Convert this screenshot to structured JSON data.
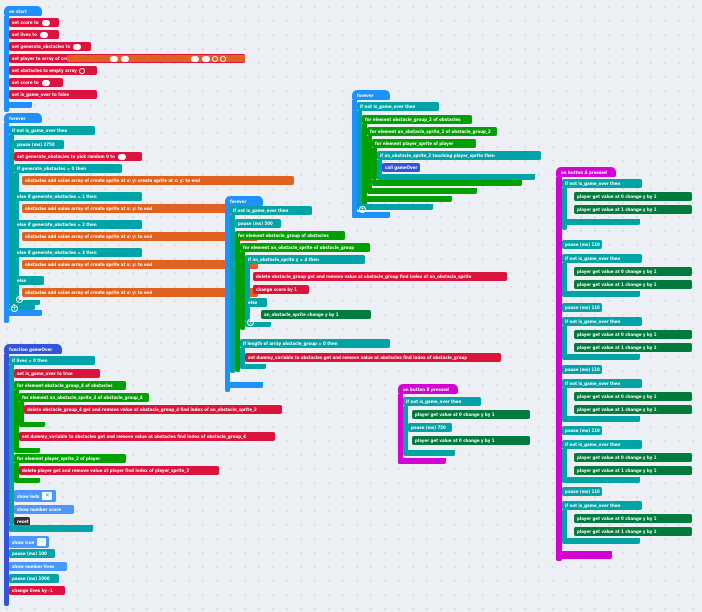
{
  "editor": {
    "title": "MakeCode Blocks Workspace"
  },
  "on_start": {
    "header": "on start",
    "rows": [
      "set  score  to",
      "set  lives  to",
      "set  generate_obstacles  to",
      "set  player  to  array of  create sprite at x:  y:    create sprite at x:  y:",
      "set  obstacles  to  empty array",
      "set  score  to",
      "set  is_game_over  to  false"
    ]
  },
  "forever_main": {
    "header": "forever",
    "rows": [
      "if   not  is_game_over   then",
      "pause (ms)  2750",
      "set  generate_obstacles  to  pick random  0  to",
      "if   generate_obstacles  =  0  then",
      "obstacles  add value  array of  create sprite at x:  y:   create sprite at x:  y:   to end",
      "else if   generate_obstacles  =  1  then",
      "obstacles  add value  array of  create sprite at x:  y:   to end",
      "else if   generate_obstacles  =  2  then",
      "obstacles  add value  array of  create sprite at x:  y:   to end",
      "else if   generate_obstacles  =  3  then",
      "obstacles  add value  array of  create sprite at x:  y:   to end",
      "else",
      "obstacles  add value  array of  create sprite at x:  y:   to end"
    ]
  },
  "function_gameover": {
    "header": "function  gameOver",
    "rows": [
      "if   lives  =  0  then",
      "set  is_game_over  to  true",
      "for element  obstacle_group_4  of  obstacles",
      "for element  an_obstacle_sprite_3  of  obstacle_group_4",
      "delete  obstacle_group_4  get and remove value at  obstacle_group_4  find index of  an_obstacle_sprite_3",
      "set  dummy_variable  to  obstacles  get and remove value at  obstacles  find index of  obstacle_group_4",
      "for element  player_sprite_2  of  player",
      "delete  player  get and remove value at  player  find index of  player_sprite_2",
      "show leds",
      "show number  score",
      "reset",
      "show icon",
      "pause (ms)  100",
      "show number  lives",
      "pause (ms)  1000",
      "change  lives  by  -1"
    ]
  },
  "forever_move": {
    "header": "forever",
    "rows": [
      "if   not  is_game_over   then",
      "pause (ms)  500",
      "for element  obstacle_group  of  obstacles",
      "for element  an_obstacle_sprite  of  obstacle_group",
      "if   an_obstacle_sprite  y  =  4  then",
      "delete  obstacle_group  get and remove value at  obstacle_group  find index of  an_obstacle_sprite",
      "change  score  by  1",
      "else",
      "an_obstacle_sprite  change  y  by  1",
      "if   length of array  obstacle_group  =  0  then",
      "set  dummy_variable  to  obstacles  get and remove value at  obstacles  find index of  obstacle_group"
    ]
  },
  "forever_collide": {
    "header": "forever",
    "rows": [
      "if   not  is_game_over   then",
      "for element  obstacle_group_2  of  obstacles",
      "for element  an_obstacle_sprite_2  of  obstacle_group_2",
      "for element  player_sprite  of  player",
      "if   an_obstacle_sprite_2  touching  player_sprite  then",
      "call  gameOver"
    ]
  },
  "on_button_b": {
    "header": "on button  B  pressed",
    "rows": [
      "if   not  is_game_over  then",
      "player  get value at  0  change  y  by  1",
      "pause (ms)  750",
      "player  get value at  0  change  y  by  1"
    ]
  },
  "on_button_a": {
    "header": "on button  A  pressed",
    "rows": [
      "if   not  is_game_over  then",
      "player  get value at  0  change  y  by  1",
      "player  get value at  1  change  y  by  1",
      "pause (ms)  110",
      "if   not  is_game_over  then",
      "player  get value at  0  change  y  by  1",
      "player  get value at  1  change  y  by  1",
      "pause (ms)  110",
      "if   not  is_game_over  then",
      "player  get value at  0  change  y  by  1",
      "player  get value at  1  change  y  by  1",
      "pause (ms)  110",
      "if   not  is_game_over  then",
      "player  get value at  0  change  y  by  1",
      "player  get value at  1  change  y  by  1",
      "pause (ms)  110",
      "if   not  is_game_over  then",
      "player  get value at  0  change  y  by  1",
      "player  get value at  1  change  y  by  1",
      "pause (ms)  110",
      "if   not  is_game_over  then",
      "player  get value at  0  change  y  by  1",
      "player  get value at  1  change  y  by  1"
    ]
  },
  "colors": {
    "variables": "#dc143c",
    "logic": "#00a4a6",
    "loops": "#00a000",
    "arrays": "#e0621f",
    "events": "#1e90ff",
    "input": "#d400d4",
    "sprites": "#007a3d"
  }
}
